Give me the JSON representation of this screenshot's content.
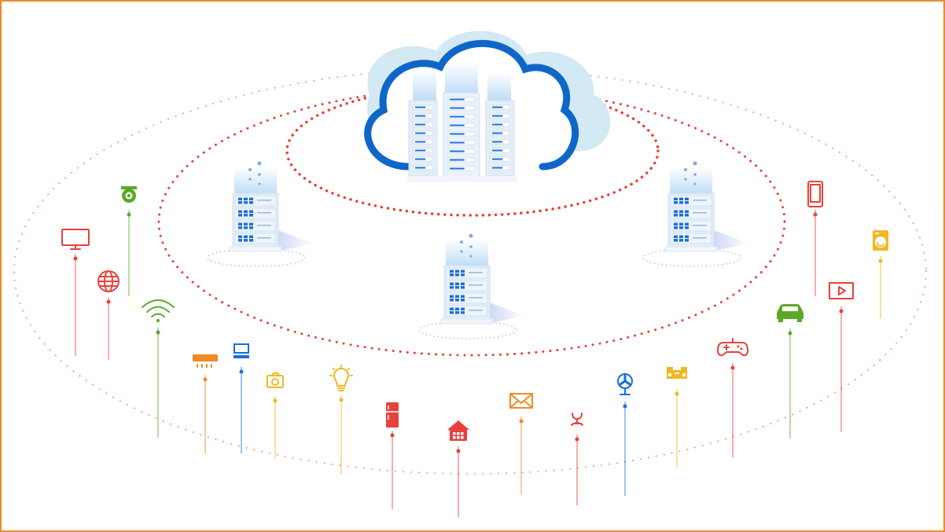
{
  "colors": {
    "frame": "#ef8a2e",
    "ring": "#e8413c",
    "cloud": "#0f66c9",
    "cloud_back": "#d3e9f3",
    "server_body": "#e4eef7",
    "server_accent": "#1a6fdc",
    "glow": "#b8d8f7"
  },
  "nodes": {
    "cloud_datacenter": "cloud-with-server-racks",
    "edge_servers": [
      "left-edge-server",
      "right-edge-server",
      "center-edge-server"
    ]
  },
  "devices": [
    {
      "icon": "monitor-icon",
      "color": "#e8413c"
    },
    {
      "icon": "globe-icon",
      "color": "#e8413c"
    },
    {
      "icon": "security-camera-icon",
      "color": "#5ba829"
    },
    {
      "icon": "wifi-icon",
      "color": "#5ba829"
    },
    {
      "icon": "air-conditioner-icon",
      "color": "#f08a26"
    },
    {
      "icon": "desktop-computer-icon",
      "color": "#1a6fdc"
    },
    {
      "icon": "camera-icon",
      "color": "#f0b820"
    },
    {
      "icon": "light-bulb-icon",
      "color": "#f0b820"
    },
    {
      "icon": "refrigerator-icon",
      "color": "#e8413c"
    },
    {
      "icon": "smart-home-icon",
      "color": "#e8413c"
    },
    {
      "icon": "mail-icon",
      "color": "#f08a26"
    },
    {
      "icon": "health-sensor-icon",
      "color": "#e8413c"
    },
    {
      "icon": "fan-icon",
      "color": "#1a6fdc"
    },
    {
      "icon": "stereo-speaker-icon",
      "color": "#f0b820"
    },
    {
      "icon": "game-controller-icon",
      "color": "#e8413c"
    },
    {
      "icon": "car-icon",
      "color": "#5ba829"
    },
    {
      "icon": "video-player-icon",
      "color": "#e8413c"
    },
    {
      "icon": "smartphone-icon",
      "color": "#e8413c"
    },
    {
      "icon": "washing-machine-icon",
      "color": "#f0b820"
    }
  ]
}
